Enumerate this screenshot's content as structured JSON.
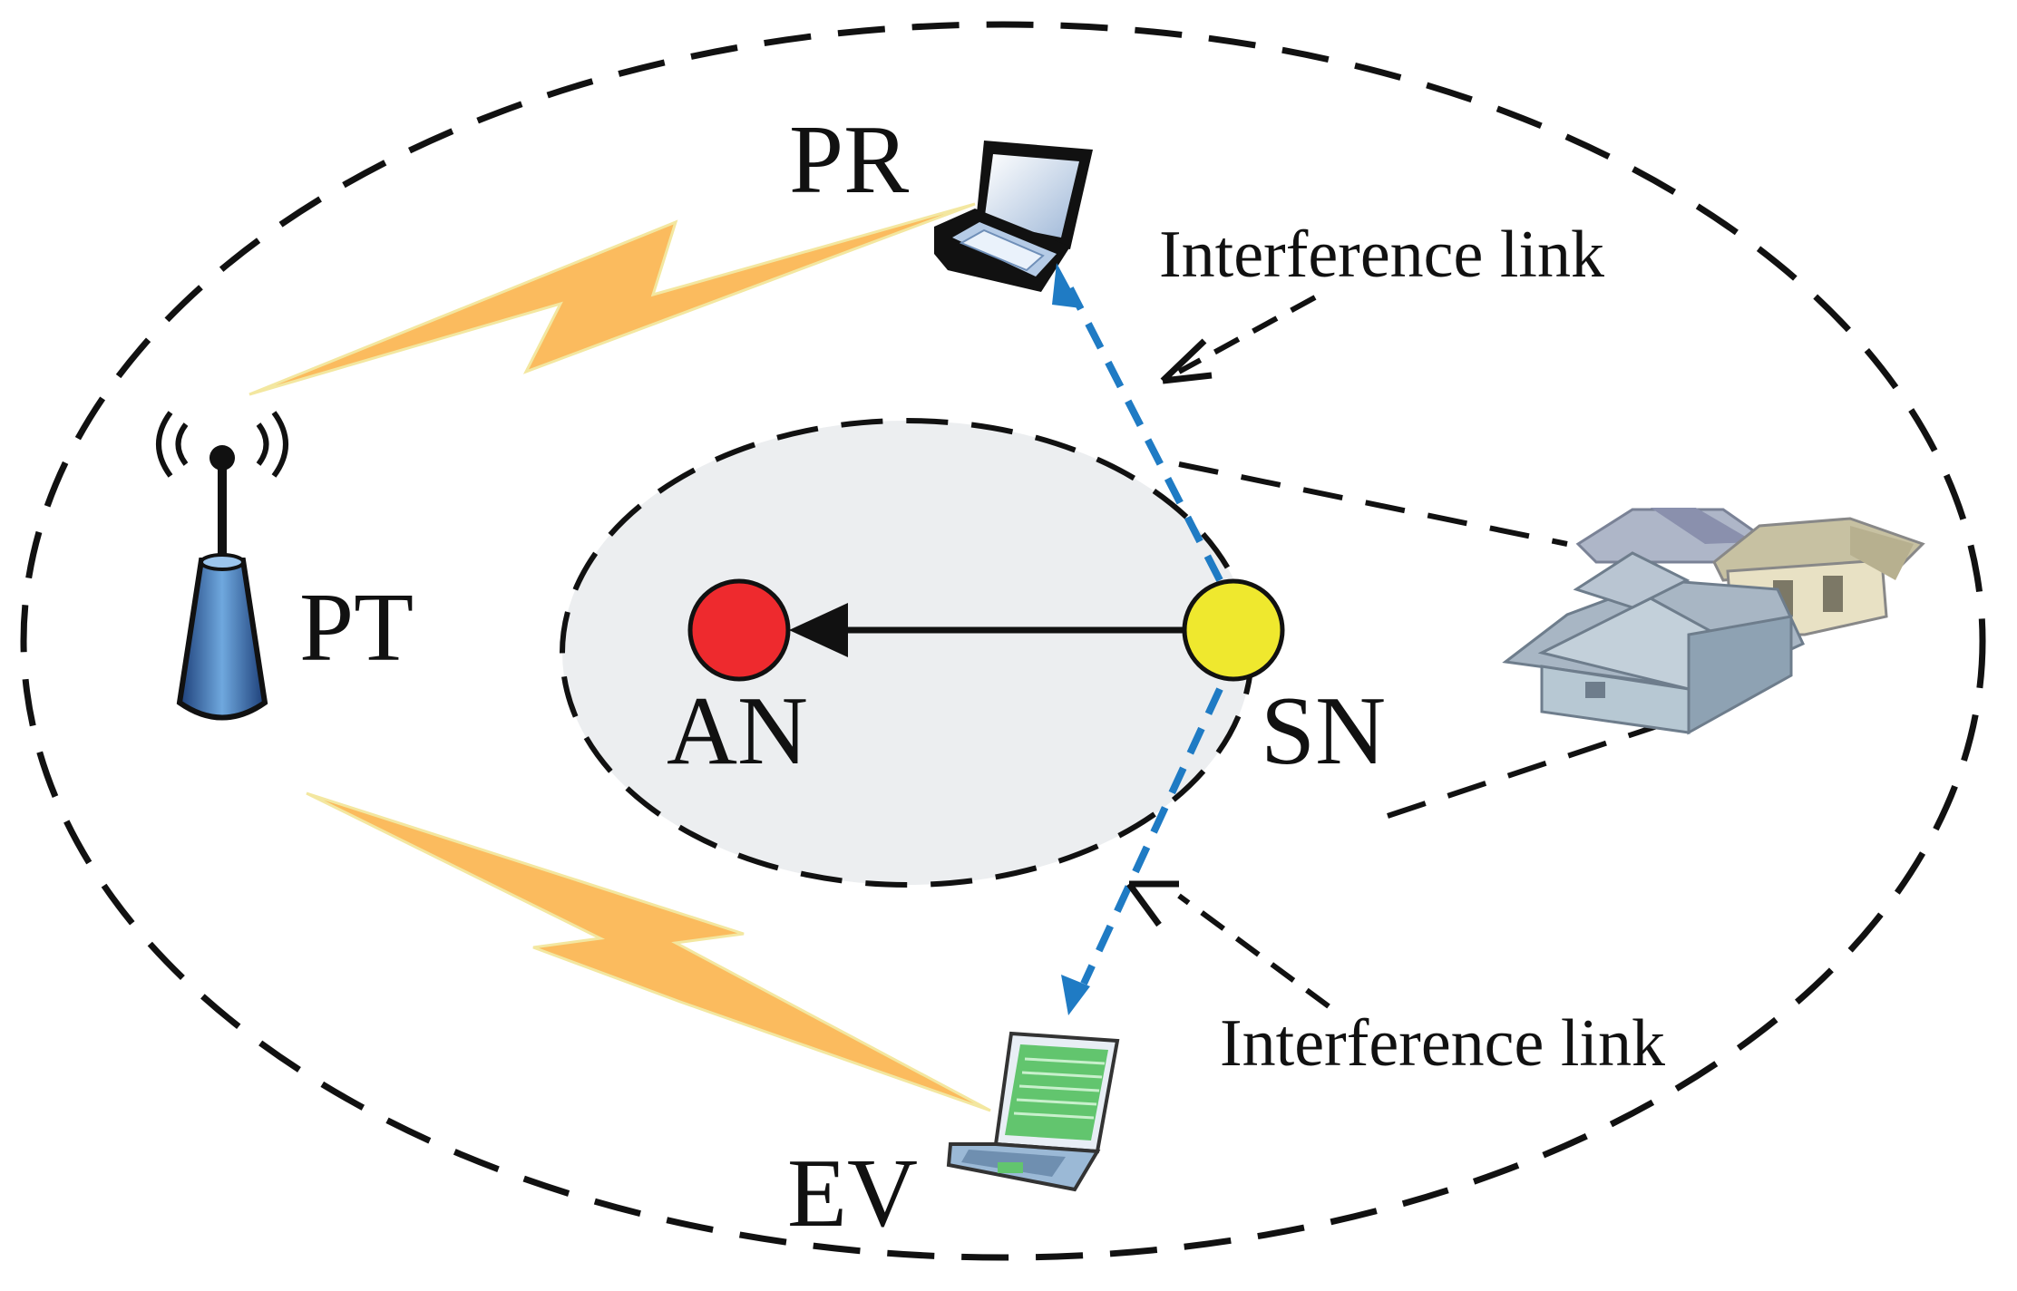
{
  "nodes": {
    "pt": {
      "label": "PT"
    },
    "pr": {
      "label": "PR"
    },
    "ev": {
      "label": "EV"
    },
    "an": {
      "label": "AN"
    },
    "sn": {
      "label": "SN"
    }
  },
  "links": {
    "interference_top": "Interference link",
    "interference_bottom": "Interference link"
  },
  "colors": {
    "an_node": "#ee2a2e",
    "sn_node": "#efe82e",
    "interference_dash": "#1f7bc4",
    "lightning": "#fbbb5e",
    "inner_zone": "#eceef0",
    "outline": "#111111"
  },
  "icons": {
    "pt": "base-station-antenna-icon",
    "pr": "laptop-icon",
    "ev": "green-screen-laptop-icon",
    "buildings": "houses-icon"
  }
}
